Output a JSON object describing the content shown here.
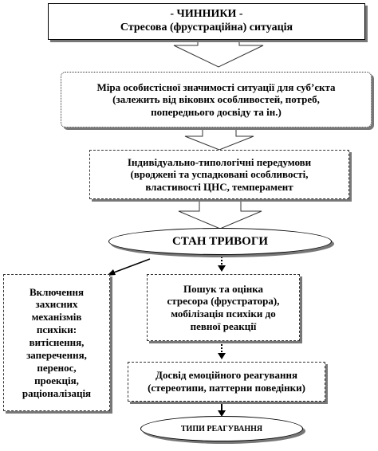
{
  "factors": {
    "title": "- ЧИННИКИ -",
    "subtitle": "Стресова (фрустраційна)  ситуація"
  },
  "significance": {
    "line1": "Міра особистісної значимості ситуації для суб’єкта",
    "line2": "(залежить від вікових особливостей, потреб,",
    "line3": "попереднього досвіду та ін.)"
  },
  "preconditions": {
    "line1": "Індивідуально-типологічні  передумови",
    "line2": "(вроджені та успадковані  особливості,",
    "line3": "властивості ЦНС, темперамент"
  },
  "anxiety_state": "СТАН ТРИВОГИ",
  "defense": {
    "lines": [
      "Включення",
      "захисних",
      "механізмів",
      "психіки:",
      "витіснення,",
      "заперечення,",
      "перенос,",
      "проекція,",
      "раціоналізація"
    ]
  },
  "search": {
    "line1": "Пошук та оцінка",
    "line2": "стресора (фрустратора),",
    "line3": "мобілізація  психіки до",
    "line4": "певної реакції"
  },
  "experience": {
    "line1": "Досвід емоційного реагування",
    "line2": "(стереотипи, паттерни поведінки)"
  },
  "response_types": "ТИПИ РЕАГУВАННЯ"
}
